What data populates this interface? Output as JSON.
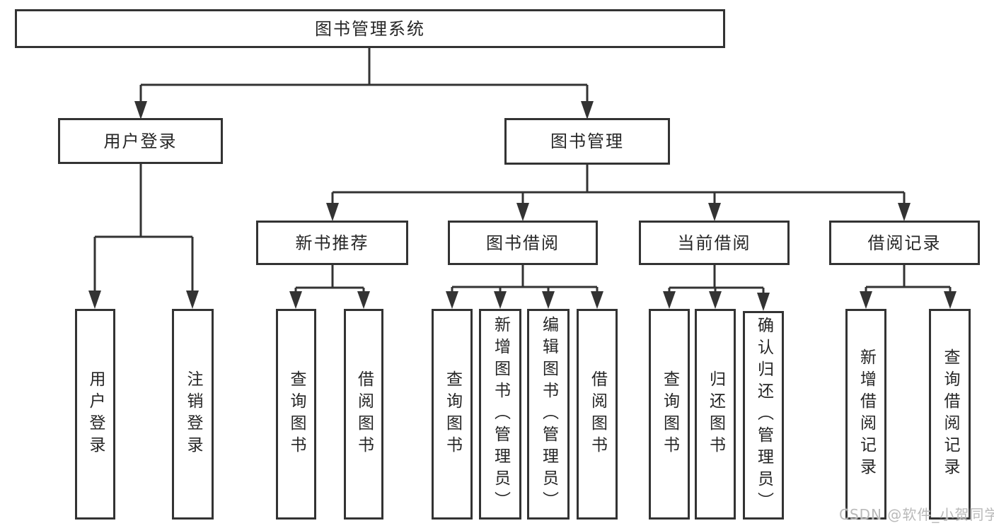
{
  "tree": {
    "root": {
      "label": "图书管理系统"
    },
    "branches": [
      {
        "label": "用户登录",
        "leaves": [
          "用户登录",
          "注销登录"
        ]
      },
      {
        "label": "图书管理",
        "groups": [
          {
            "label": "新书推荐",
            "leaves": [
              "查询图书",
              "借阅图书"
            ]
          },
          {
            "label": "图书借阅",
            "leaves": [
              "查询图书",
              "新增图书（管理员）",
              "编辑图书（管理员）",
              "借阅图书"
            ]
          },
          {
            "label": "当前借阅",
            "leaves": [
              "查询图书",
              "归还图书",
              "确认归还（管理员）"
            ]
          },
          {
            "label": "借阅记录",
            "leaves": [
              "新增借阅记录",
              "查询借阅记录"
            ]
          }
        ]
      }
    ]
  },
  "watermark": "CSDN @软件_小贺同学",
  "colors": {
    "line": "#333333",
    "text": "#262626",
    "watermark": "#b9b9b9",
    "background": "#ffffff"
  }
}
